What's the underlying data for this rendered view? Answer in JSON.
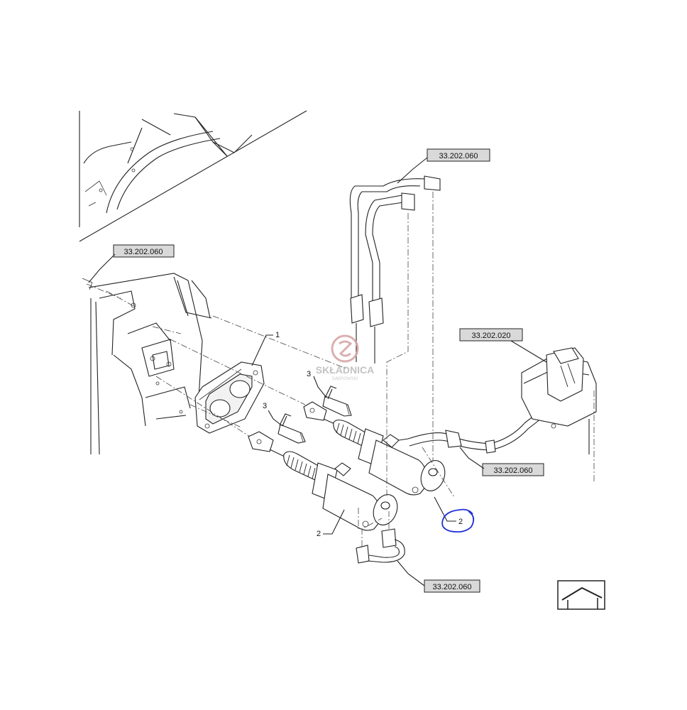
{
  "ref_labels": {
    "top_pipe": "33.202.060",
    "left_wall": "33.202.060",
    "reservoir": "33.202.020",
    "right_pipe": "33.202.060",
    "bottom_pipe": "33.202.060"
  },
  "callouts": {
    "gasket": "1",
    "bolt_upper": "3",
    "bolt_lower": "3",
    "cylinder_front": "2",
    "cylinder_rear": "2"
  },
  "watermark": {
    "brand": "SKŁADNICA",
    "sub": "DĄBROWSKI"
  },
  "colors": {
    "highlight_circle": "#1e2fd6",
    "label_box_fill": "#d9d9d9",
    "watermark_logo": "#c98a8a"
  },
  "icons": {
    "nav_corner": "house-outline-icon"
  }
}
